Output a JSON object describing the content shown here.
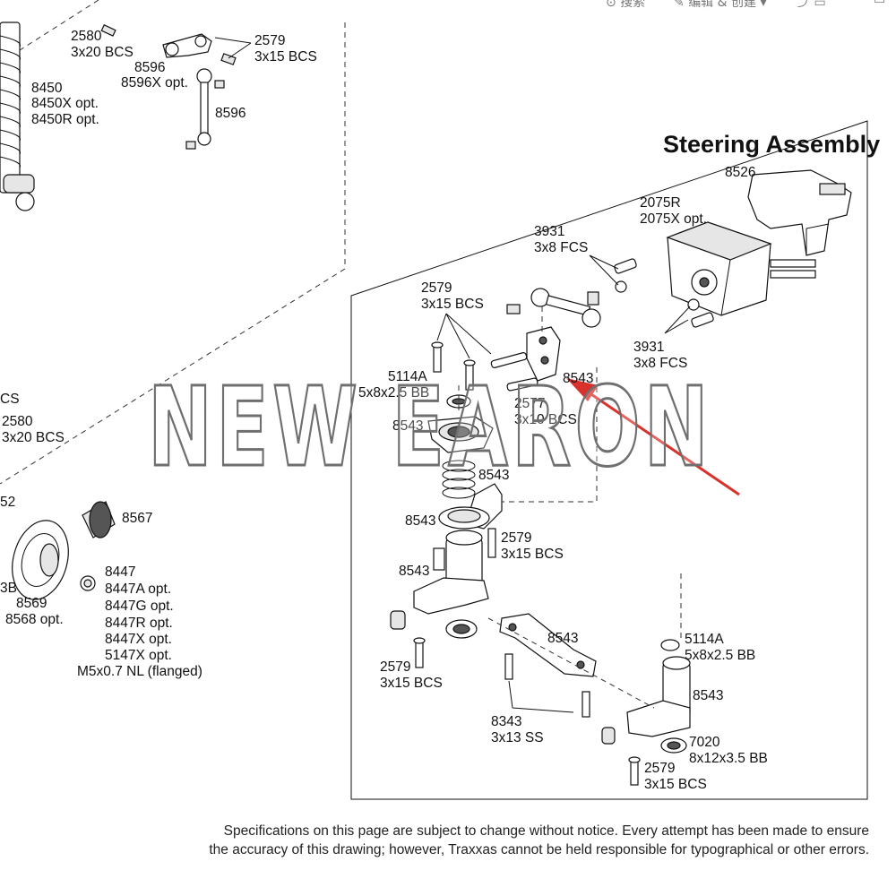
{
  "title": "Steering Assembly",
  "watermark": "NEW EARON",
  "footer": {
    "line1": "Specifications on this page are subject to change without notice.  Every attempt has been made to ensure",
    "line2": "the accuracy of this drawing; however, Traxxas cannot be held responsible for typographical or other errors."
  },
  "topbar": {
    "item1": "搜索",
    "item2": "编辑 & 创建"
  },
  "labels": {
    "l2580a": "2580",
    "l3x20a": "3x20 BCS",
    "l2579top": "2579",
    "l3x15top": "3x15 BCS",
    "l8596a": "8596",
    "l8596x": "8596X opt.",
    "l8596b": "8596",
    "l8450": "8450",
    "l8450x": "8450X opt.",
    "l8450r": "8450R opt.",
    "lcs": "CS",
    "l2580b": "2580",
    "l3x20b": "3x20 BCS",
    "l52": "52",
    "l8567": "8567",
    "l3b": "3B",
    "l8569": "8569",
    "l8568": "8568 opt.",
    "l8447": "8447",
    "l8447a": "8447A opt.",
    "l8447g": "8447G opt.",
    "l8447r": "8447R opt.",
    "l8447x": "8447X opt.",
    "l5147x": "5147X opt.",
    "lm5": "M5x0.7 NL (flanged)",
    "l8526": "8526",
    "l2075r": "2075R",
    "l2075x": "2075X opt.",
    "l3931a": "3931",
    "l3x8a": "3x8 FCS",
    "l3931b": "3931",
    "l3x8b": "3x8 FCS",
    "l2579a": "2579",
    "l3x15a": "3x15 BCS",
    "l5114a": "5114A",
    "l5x8a": "5x8x2.5 BB",
    "l8543a": "8543",
    "l2577": "2577",
    "l3x10": "3x10 BCS",
    "l8543b": "8543",
    "l8543c": "8543",
    "l8543d": "8543",
    "l2579b": "2579",
    "l3x15b": "3x15 BCS",
    "l8543e": "8543",
    "l8543f": "8543",
    "l5114b": "5114A",
    "l5x8b": "5x8x2.5 BB",
    "l2579c": "2579",
    "l3x15c": "3x15 BCS",
    "l8543g": "8543",
    "l8343": "8343",
    "l3x13": "3x13 SS",
    "l7020": "7020",
    "l8x12": "8x12x3.5 BB",
    "l2579d": "2579",
    "l3x15d": "3x15 BCS"
  },
  "colors": {
    "arrow": "#d8322b",
    "watermark_outline": "#6f6f6f"
  }
}
